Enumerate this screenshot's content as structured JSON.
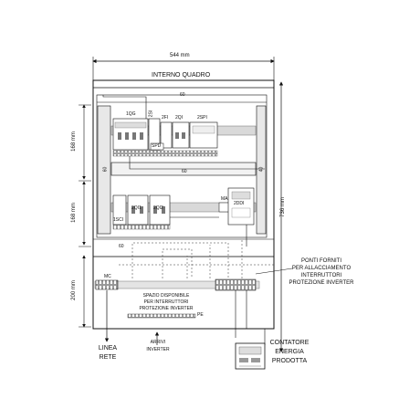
{
  "dimensions": {
    "width": "544 mm",
    "height": "736 mm",
    "section_top": "168 mm",
    "section_middle": "168 mm",
    "section_bottom": "200 mm"
  },
  "panel": {
    "title": "INTERNO QUADRO",
    "rail_dims": [
      "60",
      "60",
      "60",
      "60",
      "40"
    ]
  },
  "components": {
    "top_row": [
      "1QG",
      "2SI",
      "2FI",
      "2QI",
      "2SPI",
      "SPD"
    ],
    "middle_row": [
      "2QI1",
      "2QI2",
      "1SCI",
      "MA",
      "2DDI"
    ],
    "bottom_row": [
      "MC",
      "PE"
    ]
  },
  "notes": {
    "available_space": [
      "SPAZIO DISPONIBILE",
      "PER INTERRUTTORI",
      "PROTEZIONE INVERTER"
    ],
    "bridges": [
      "PONTI FORNITI",
      "PER ALLACCIAMENTO",
      "INTERRUTTORI",
      "PROTEZIONE INVERTER"
    ]
  },
  "connections": {
    "grid": [
      "LINEA",
      "RETE"
    ],
    "inverter": [
      "ARRIVI",
      "INVERTER"
    ],
    "meter": [
      "CONTATORE",
      "ENERGIA",
      "PRODOTTA"
    ]
  }
}
